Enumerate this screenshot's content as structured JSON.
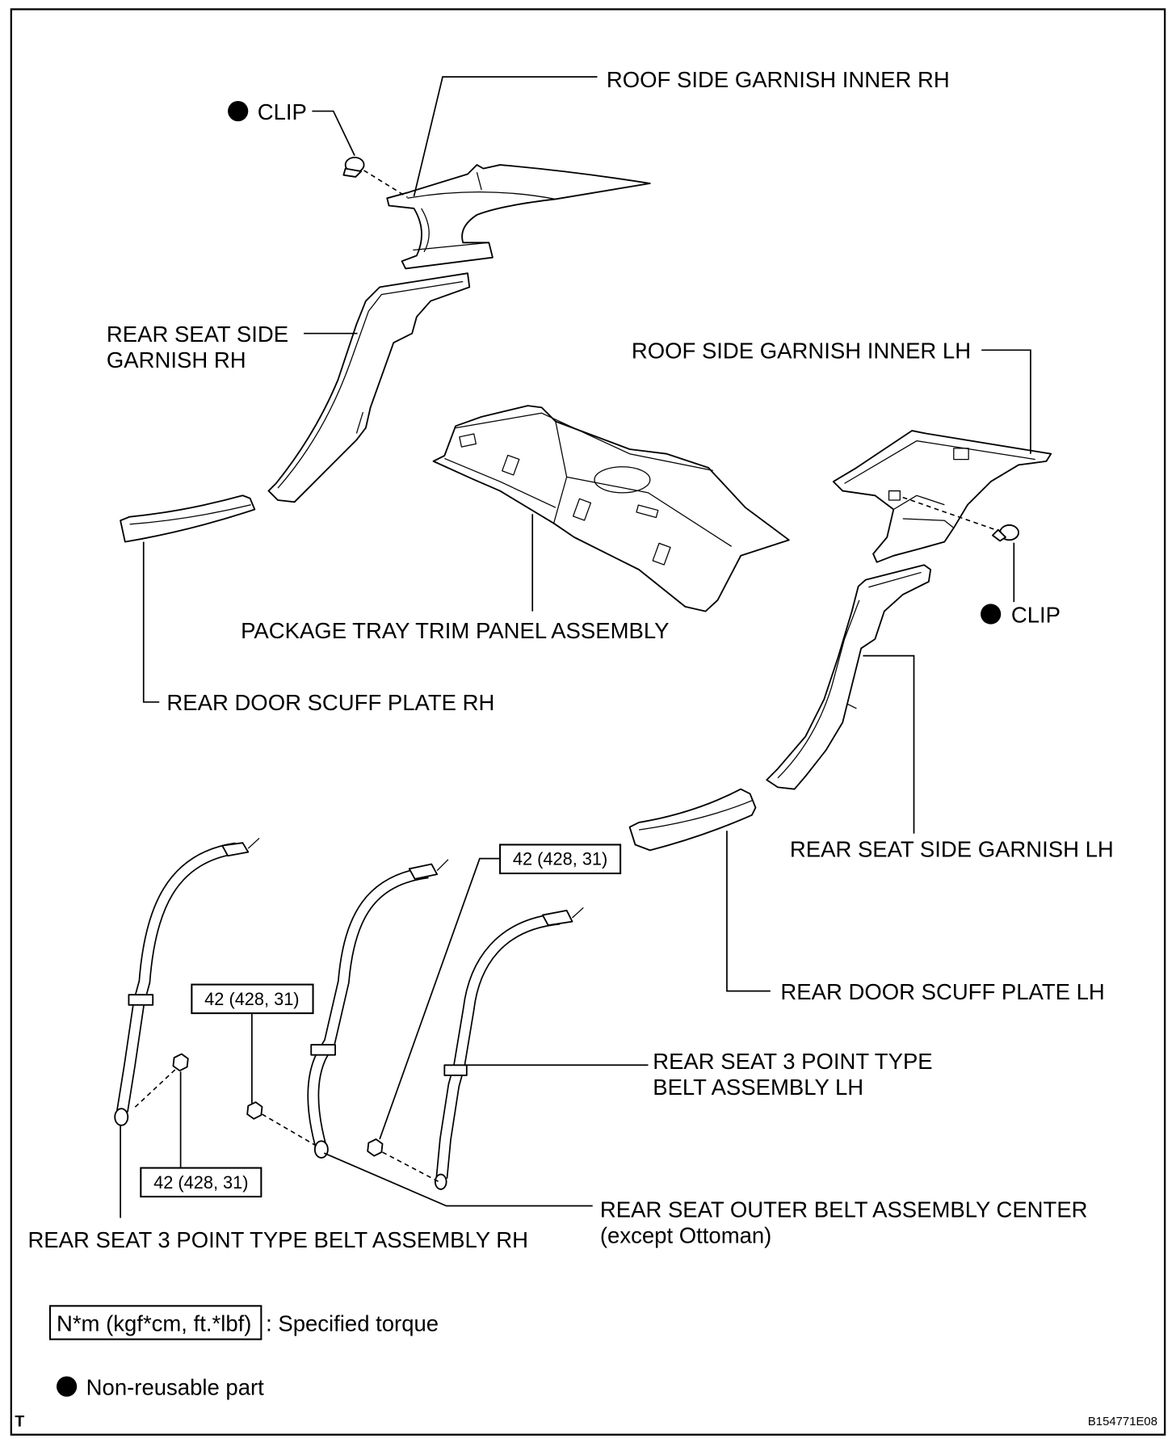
{
  "diagram": {
    "roof_side_garnish_inner_rh": "ROOF SIDE GARNISH INNER RH",
    "clip_upper": "CLIP",
    "rear_seat_side_garnish_rh": [
      "REAR SEAT SIDE",
      "GARNISH RH"
    ],
    "roof_side_garnish_inner_lh": "ROOF SIDE GARNISH INNER LH",
    "package_tray_trim_panel": "PACKAGE TRAY TRIM PANEL ASSEMBLY",
    "clip_right": "CLIP",
    "rear_door_scuff_plate_rh": "REAR DOOR SCUFF PLATE RH",
    "rear_seat_side_garnish_lh": "REAR SEAT SIDE GARNISH LH",
    "rear_door_scuff_plate_lh": "REAR DOOR SCUFF PLATE LH",
    "rear_seat_3_point_belt_lh": [
      "REAR SEAT 3 POINT TYPE",
      "BELT ASSEMBLY LH"
    ],
    "rear_seat_outer_belt_center": [
      "REAR SEAT OUTER BELT ASSEMBLY CENTER",
      "(except Ottoman)"
    ],
    "rear_seat_3_point_belt_rh": "REAR SEAT 3 POINT TYPE BELT ASSEMBLY RH"
  },
  "torque": {
    "lh_belt_bolt": "42 (428, 31)",
    "center_belt_bolt": "42 (428, 31)",
    "rh_belt_bolt": "42 (428, 31)"
  },
  "legend": {
    "torque_unit": "N*m (kgf*cm, ft.*lbf)",
    "torque_desc": ": Specified torque",
    "non_reusable": "Non-reusable part"
  },
  "footer": {
    "corner_mark": "T",
    "illustration_code": "B154771E08"
  },
  "colors": {
    "line": "#000000",
    "background": "#ffffff"
  }
}
